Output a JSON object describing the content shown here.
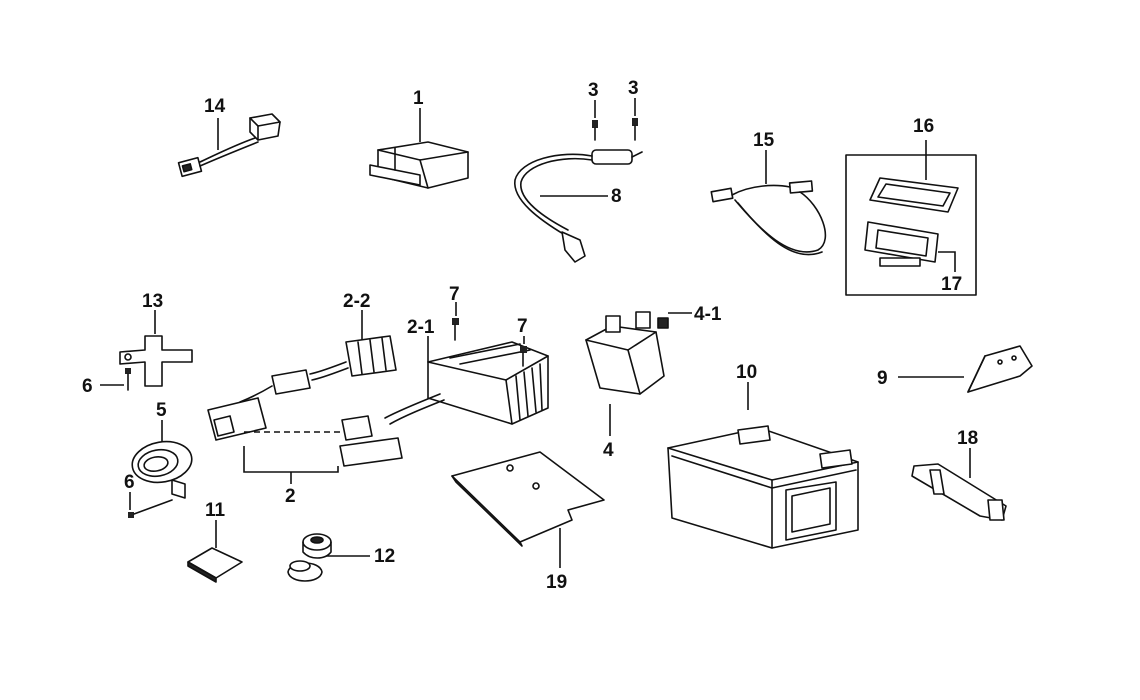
{
  "diagram": {
    "callouts": [
      {
        "key": "c14",
        "text": "14"
      },
      {
        "key": "c1",
        "text": "1"
      },
      {
        "key": "c3a",
        "text": "3"
      },
      {
        "key": "c3b",
        "text": "3"
      },
      {
        "key": "c8",
        "text": "8"
      },
      {
        "key": "c15",
        "text": "15"
      },
      {
        "key": "c16",
        "text": "16"
      },
      {
        "key": "c17",
        "text": "17"
      },
      {
        "key": "c13",
        "text": "13"
      },
      {
        "key": "c6a",
        "text": "6"
      },
      {
        "key": "c5",
        "text": "5"
      },
      {
        "key": "c6b",
        "text": "6"
      },
      {
        "key": "c2_2",
        "text": "2-2"
      },
      {
        "key": "c2_1",
        "text": "2-1"
      },
      {
        "key": "c7a",
        "text": "7"
      },
      {
        "key": "c7b",
        "text": "7"
      },
      {
        "key": "c2",
        "text": "2"
      },
      {
        "key": "c4_1",
        "text": "4-1"
      },
      {
        "key": "c4",
        "text": "4"
      },
      {
        "key": "c10",
        "text": "10"
      },
      {
        "key": "c9",
        "text": "9"
      },
      {
        "key": "c18",
        "text": "18"
      },
      {
        "key": "c11",
        "text": "11"
      },
      {
        "key": "c12",
        "text": "12"
      },
      {
        "key": "c19",
        "text": "19"
      }
    ]
  }
}
